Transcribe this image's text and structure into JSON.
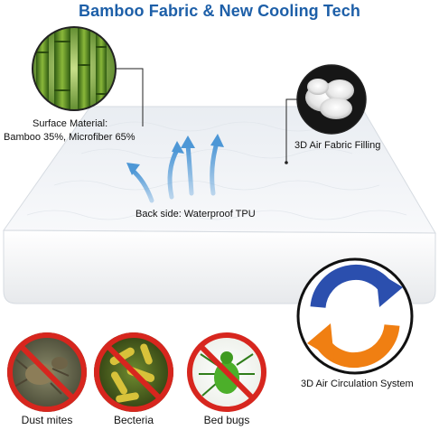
{
  "headline": "Bamboo Fabric & New Cooling Tech",
  "callouts": {
    "surface_title": "Surface Material:",
    "surface_detail": "Bamboo 35%,  Microfiber 65%",
    "filling": "3D Air Fabric Filling",
    "back_side": "Back side: Waterproof TPU",
    "circulation": "3D Air Circulation System"
  },
  "pests": [
    {
      "label": "Dust mites",
      "icon": "dust-mite-icon"
    },
    {
      "label": "Becteria",
      "icon": "bacteria-icon"
    },
    {
      "label": "Bed bugs",
      "icon": "bed-bug-icon"
    }
  ],
  "colors": {
    "headline": "#1d5fa8",
    "arrow_blue": "#2b4fae",
    "arrow_orange": "#f07f12",
    "prohibit_red": "#d7261e",
    "airflow": "#4d97d6"
  }
}
